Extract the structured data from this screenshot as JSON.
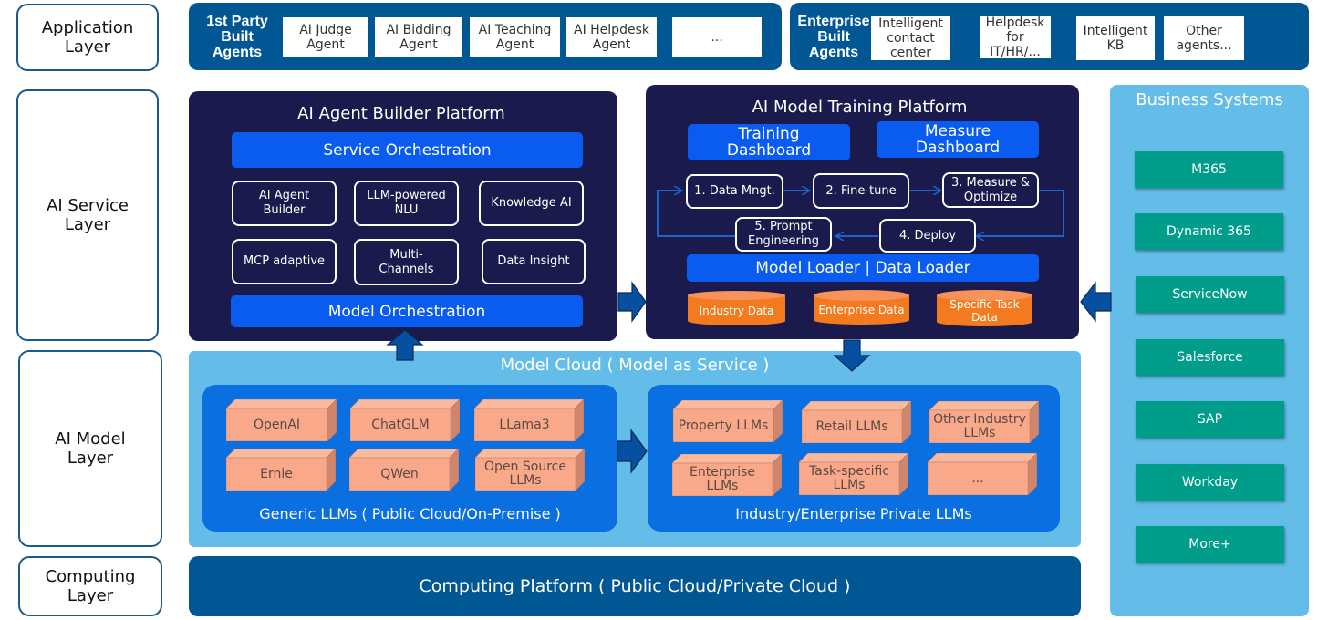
{
  "layers": [
    {
      "label": "Application\nLayer"
    },
    {
      "label": "AI Service\nLayer"
    },
    {
      "label": "AI Model\nLayer"
    },
    {
      "label": "Computing\nLayer"
    }
  ],
  "application": {
    "first_party": {
      "title": "1st Party\nBuilt\nAgents",
      "agents": [
        "AI Judge\nAgent",
        "AI Bidding\nAgent",
        "AI Teaching\nAgent",
        "AI Helpdesk\nAgent",
        "..."
      ]
    },
    "enterprise": {
      "title": "Enterprise\nBuilt\nAgents",
      "agents": [
        "Intelligent\ncontact\ncenter",
        "Helpdesk\nfor IT/HR/...",
        "Intelligent\nKB",
        "Other\nagents..."
      ]
    }
  },
  "agent_builder": {
    "title": "AI Agent Builder Platform",
    "service_orchestration": "Service Orchestration",
    "modules": [
      "AI Agent\nBuilder",
      "LLM-powered\nNLU",
      "Knowledge AI",
      "MCP adaptive",
      "Multi-\nChannels",
      "Data Insight"
    ],
    "model_orchestration": "Model Orchestration"
  },
  "training_platform": {
    "title": "AI Model Training Platform",
    "dashboards": [
      "Training\nDashboard",
      "Measure\nDashboard"
    ],
    "steps": [
      "1. Data Mngt.",
      "2. Fine-tune",
      "3. Measure &\nOptimize",
      "4. Deploy",
      "5. Prompt\nEngineering"
    ],
    "loader": "Model Loader |  Data Loader",
    "data_sources": [
      "Industry Data",
      "Enterprise Data",
      "Specific Task\nData"
    ]
  },
  "model_cloud": {
    "title": "Model Cloud ( Model as Service )",
    "generic": {
      "title": "Generic LLMs ( Public Cloud/On-Premise )",
      "models": [
        "OpenAI",
        "ChatGLM",
        "LLama3",
        "Ernie",
        "QWen",
        "Open Source\nLLMs"
      ]
    },
    "private": {
      "title": "Industry/Enterprise Private LLMs",
      "models": [
        "Property LLMs",
        "Retail LLMs",
        "Other Industry\nLLMs",
        "Enterprise LLMs",
        "Task-specific\nLLMs",
        "..."
      ]
    }
  },
  "computing": {
    "label": "Computing Platform ( Public Cloud/Private Cloud )"
  },
  "business_systems": {
    "title": "Business Systems",
    "items": [
      "M365",
      "Dynamic 365",
      "ServiceNow",
      "Salesforce",
      "SAP",
      "Workday",
      "More+"
    ]
  },
  "colors": {
    "navy_panel": "#1b1a4d",
    "app_blue": "#015694",
    "bright_blue": "#0a5cf0",
    "sky_blue": "#63bde8",
    "group_blue": "#0a6fe0",
    "salmon": "#f9a98a",
    "orange": "#f47a1f",
    "teal": "#009e8a",
    "arrow_blue": "#0550a0"
  }
}
